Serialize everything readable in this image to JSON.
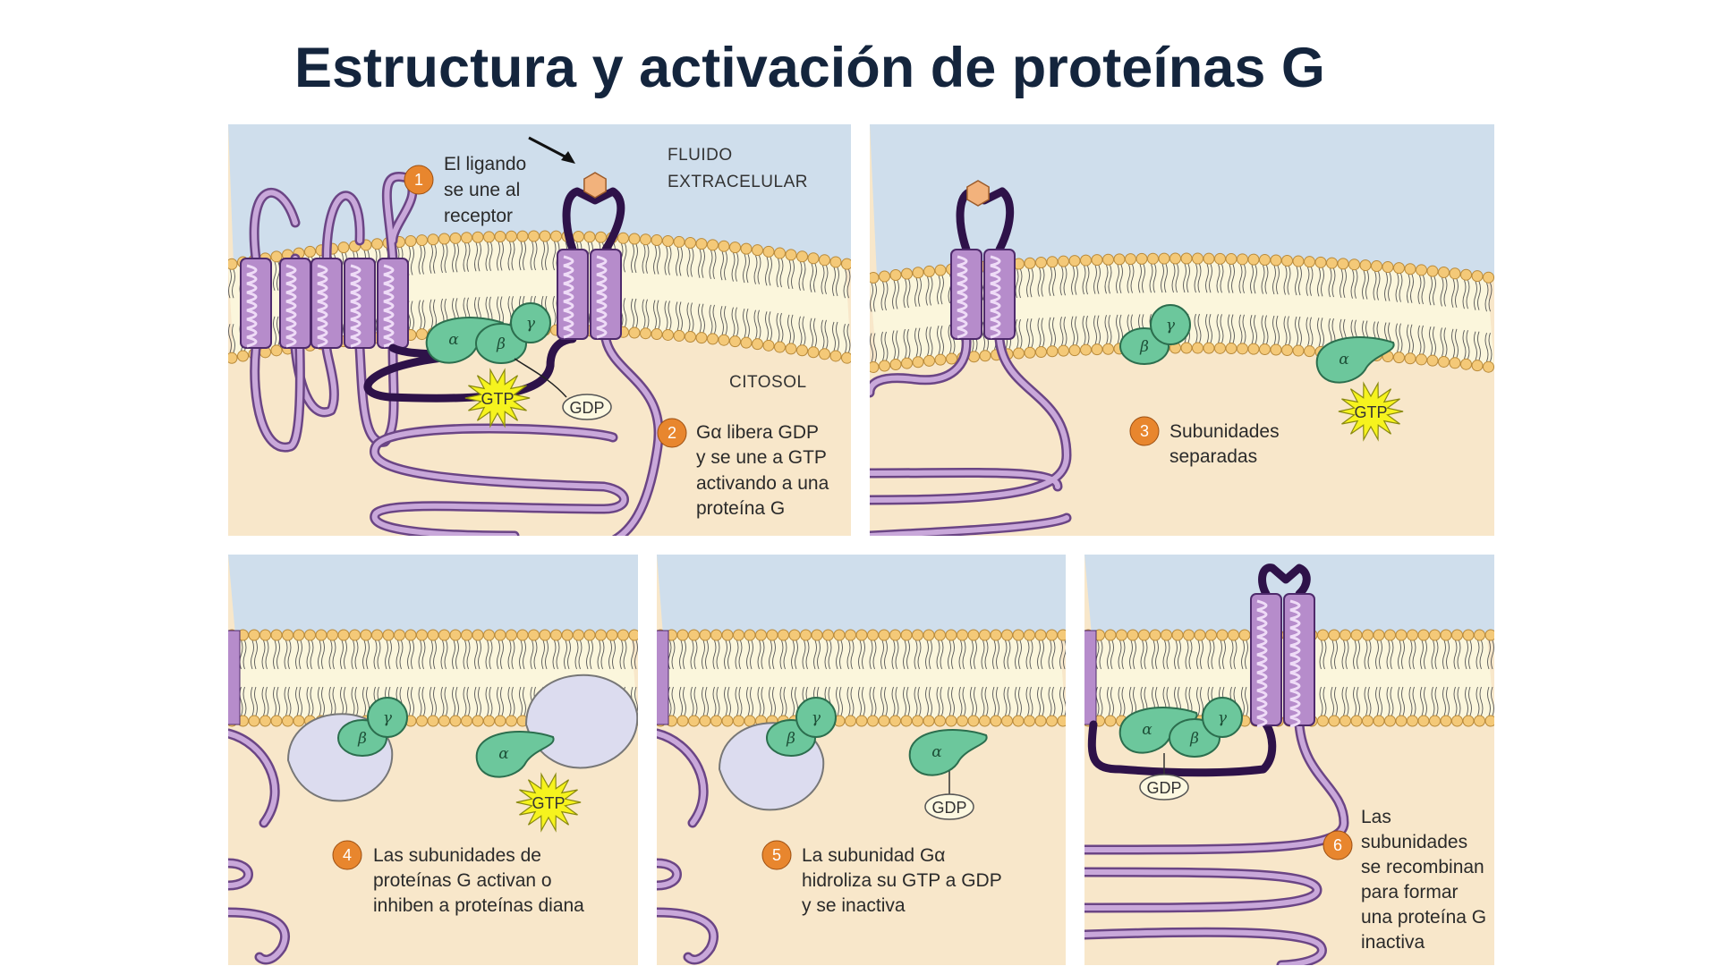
{
  "title": "Estructura y activación de proteínas G",
  "colors": {
    "extracellular": "#cfdeec",
    "cytosol": "#f8e7ca",
    "lipid_head": "#f4c978",
    "receptor": "#b68ccb",
    "receptor_dark": "#2e1249",
    "g_protein": "#6cc79c",
    "gtp": "#f6f31e",
    "step_badge": "#e8862e",
    "target_protein": "#dcdcef",
    "title": "#14253d"
  },
  "panels": [
    {
      "regions": {
        "extracellular": [
          "FLUIDO",
          "EXTRACELULAR"
        ],
        "cytosol": "CITOSOL"
      },
      "steps": [
        {
          "number": "1",
          "lines": [
            "El ligando",
            "se une al",
            "receptor"
          ]
        },
        {
          "number": "2",
          "lines": [
            "Gα libera GDP",
            "y se une a GTP",
            "activando a una",
            "proteína G"
          ]
        }
      ],
      "subunits": [
        "α",
        "β",
        "γ"
      ],
      "nucleotides": [
        "GTP",
        "GDP"
      ]
    },
    {
      "steps": [
        {
          "number": "3",
          "lines": [
            "Subunidades",
            "separadas"
          ]
        }
      ],
      "subunits": [
        "β",
        "γ",
        "α"
      ],
      "nucleotides": [
        "GTP"
      ]
    },
    {
      "steps": [
        {
          "number": "4",
          "lines": [
            "Las subunidades de",
            "proteínas G activan o",
            "inhiben a proteínas diana"
          ]
        }
      ],
      "subunits": [
        "β",
        "γ",
        "α"
      ],
      "nucleotides": [
        "GTP"
      ]
    },
    {
      "steps": [
        {
          "number": "5",
          "lines": [
            "La subunidad Gα",
            "hidroliza su GTP a GDP",
            "y se inactiva"
          ]
        }
      ],
      "subunits": [
        "β",
        "γ",
        "α"
      ],
      "nucleotides": [
        "GDP"
      ]
    },
    {
      "steps": [
        {
          "number": "6",
          "lines": [
            "Las",
            "subunidades",
            "se recombinan",
            "para formar",
            "una proteína G",
            "inactiva"
          ]
        }
      ],
      "subunits": [
        "α",
        "β",
        "γ"
      ],
      "nucleotides": [
        "GDP"
      ]
    }
  ]
}
